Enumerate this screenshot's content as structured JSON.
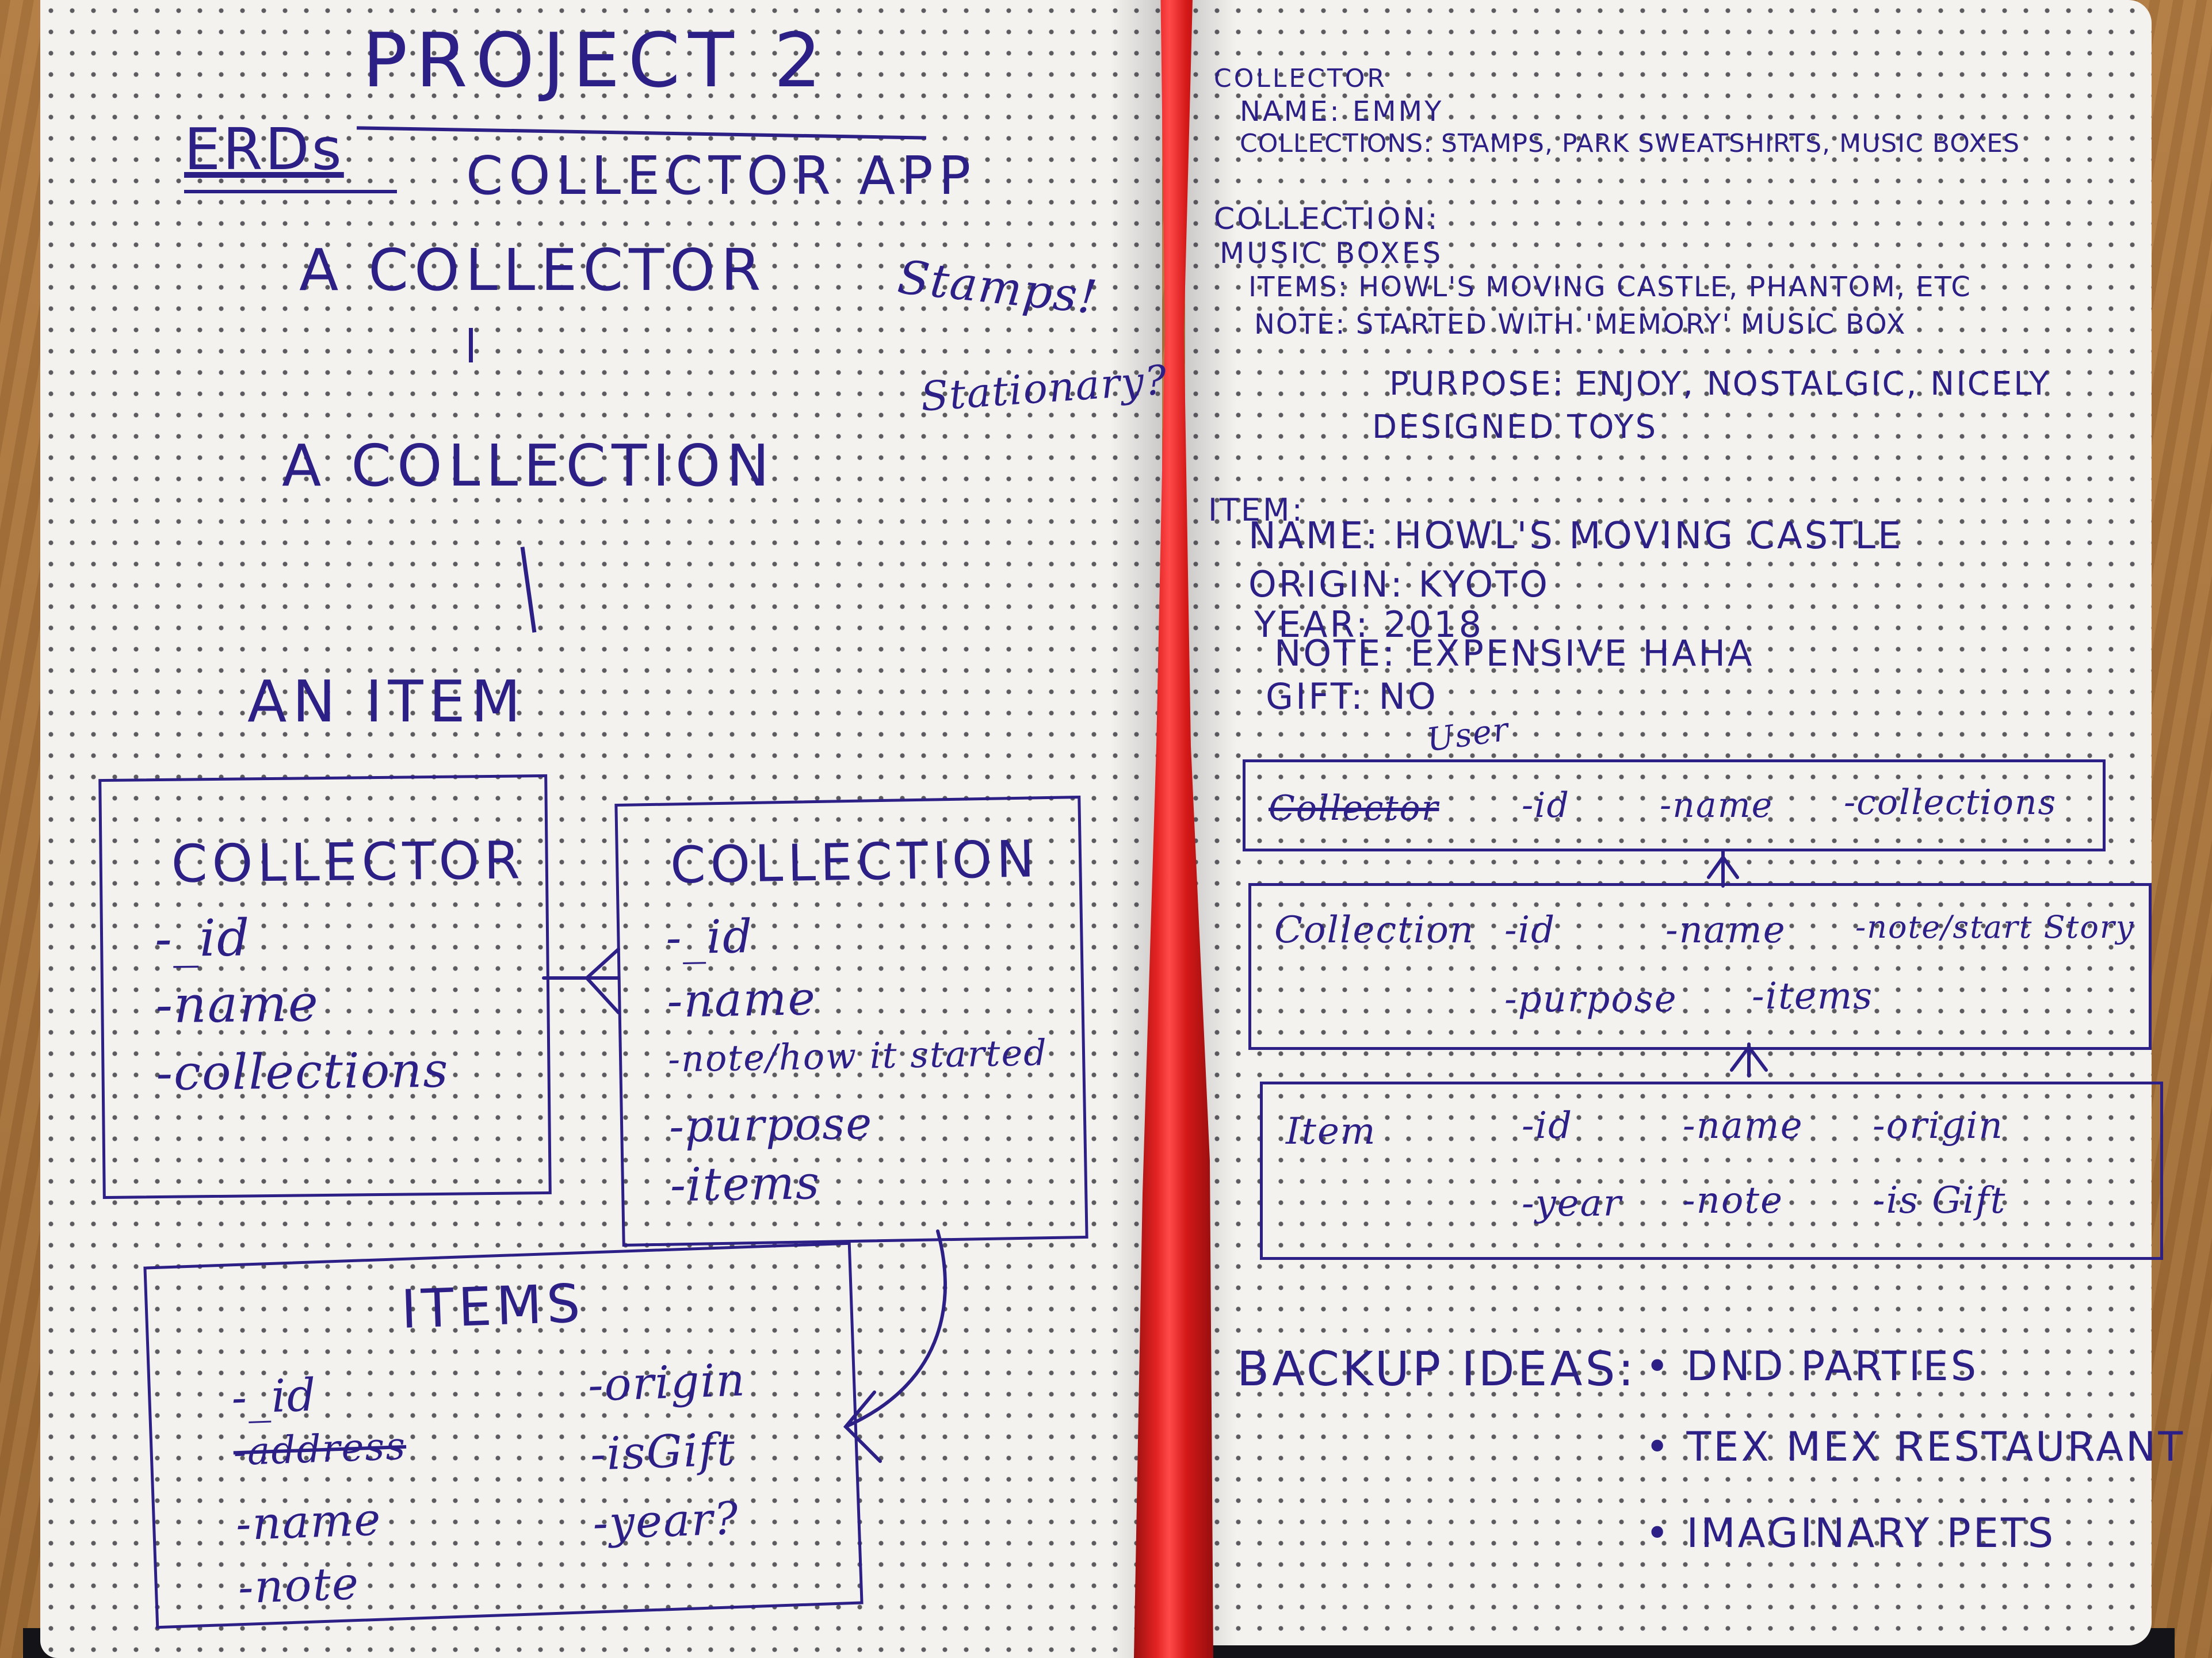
{
  "left_page": {
    "title": "PROJECT 2",
    "erds": "ERDs",
    "app_name": "COLLECTOR APP",
    "hierarchy": [
      "A COLLECTOR",
      "A COLLECTION",
      "AN ITEM"
    ],
    "side_notes": [
      "Stamps!",
      "Stationary?"
    ],
    "collector_box": {
      "title": "COLLECTOR",
      "fields": [
        "-_id",
        "-name",
        "-collections"
      ]
    },
    "collection_box": {
      "title": "COLLECTION",
      "fields": [
        "-_id",
        "-name",
        "-note/how it started",
        "-purpose",
        "-items"
      ]
    },
    "items_box": {
      "title": "ITEMS",
      "fields_left": [
        "-_id",
        "-address",
        "-name",
        "-note"
      ],
      "fields_right": [
        "-origin",
        "-isGift",
        "-year?"
      ]
    }
  },
  "right_page": {
    "collector_header": "COLLECTOR",
    "collector_name": "NAME: EMMY",
    "collector_collections": "COLLECTIONS: STAMPS, PARK SWEATSHIRTS, MUSIC BOXES",
    "collection_header": "COLLECTION:",
    "collection_name": "MUSIC BOXES",
    "collection_items": "ITEMS: HOWL'S MOVING CASTLE, PHANTOM, ETC",
    "collection_note": "NOTE: STARTED WITH 'MEMORY' MUSIC BOX",
    "collection_purpose": "PURPOSE: ENJOY, NOSTALGIC, NICELY",
    "collection_purpose_2": "DESIGNED TOYS",
    "item_header": "ITEM:",
    "item_name": "NAME: HOWL'S MOVING CASTLE",
    "item_origin": "ORIGIN: KYOTO",
    "item_year": "YEAR: 2018",
    "item_note": "NOTE: EXPENSIVE HAHA",
    "item_gift": "GIFT: NO",
    "user_label": "User",
    "erd_collector": {
      "title": "Collector",
      "fields": [
        "-id",
        "-name",
        "-collections"
      ]
    },
    "erd_collection": {
      "title": "Collection",
      "fields_row1": [
        "-id",
        "-name",
        "-note/start Story"
      ],
      "fields_row2": [
        "-purpose",
        "-items"
      ]
    },
    "erd_item": {
      "title": "Item",
      "fields_row1": [
        "-id",
        "-name",
        "-origin"
      ],
      "fields_row2": [
        "-year",
        "-note",
        "-is Gift"
      ]
    },
    "backup_label": "BACKUP IDEAS:",
    "backup_ideas": [
      "DND PARTIES",
      "TEX MEX RESTAURANT",
      "IMAGINARY PETS"
    ]
  },
  "colors": {
    "ink": "#2c1f86",
    "ribbon": "#d41818",
    "paper": "#f4f2ee",
    "wood": "#a8743d"
  }
}
